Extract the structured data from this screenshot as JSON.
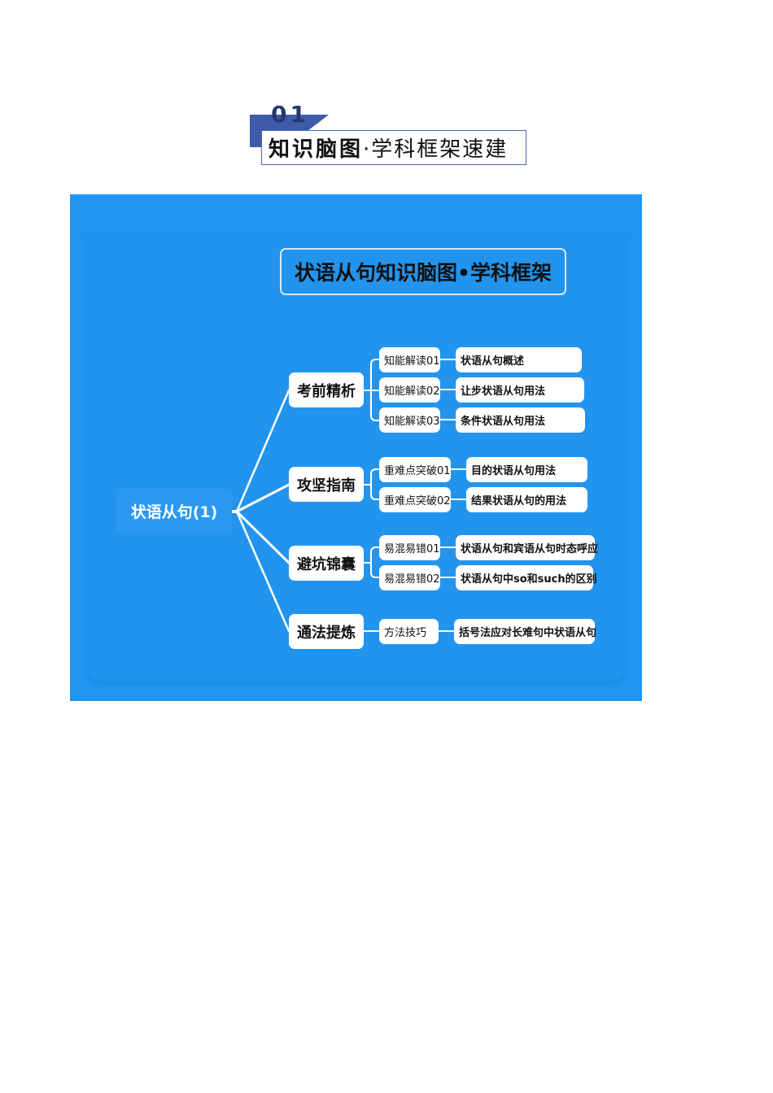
{
  "header": {
    "number": "01",
    "title_bold": "知识脑图",
    "title_rest": "·学科框架速建",
    "accent_color": "#3d5ba9"
  },
  "diagram": {
    "title": "状语从句知识脑图•学科框架",
    "background_color": "#2196f0",
    "root": "状语从句(1)",
    "branches": [
      {
        "label": "考前精析",
        "children": [
          {
            "label": "知能解读01",
            "leaf": "状语从句概述"
          },
          {
            "label": "知能解读02",
            "leaf": "让步状语从句用法"
          },
          {
            "label": "知能解读03",
            "leaf": "条件状语从句用法"
          }
        ]
      },
      {
        "label": "攻坚指南",
        "children": [
          {
            "label": "重难点突破01",
            "leaf": "目的状语从句用法"
          },
          {
            "label": "重难点突破02",
            "leaf": "结果状语从句的用法"
          }
        ]
      },
      {
        "label": "避坑锦囊",
        "children": [
          {
            "label": "易混易错01",
            "leaf": "状语从句和宾语从句时态呼应"
          },
          {
            "label": "易混易错02",
            "leaf": "状语从句中so和such的区别"
          }
        ]
      },
      {
        "label": "通法提炼",
        "children": [
          {
            "label": "方法技巧",
            "leaf": "括号法应对长难句中状语从句"
          }
        ]
      }
    ]
  }
}
